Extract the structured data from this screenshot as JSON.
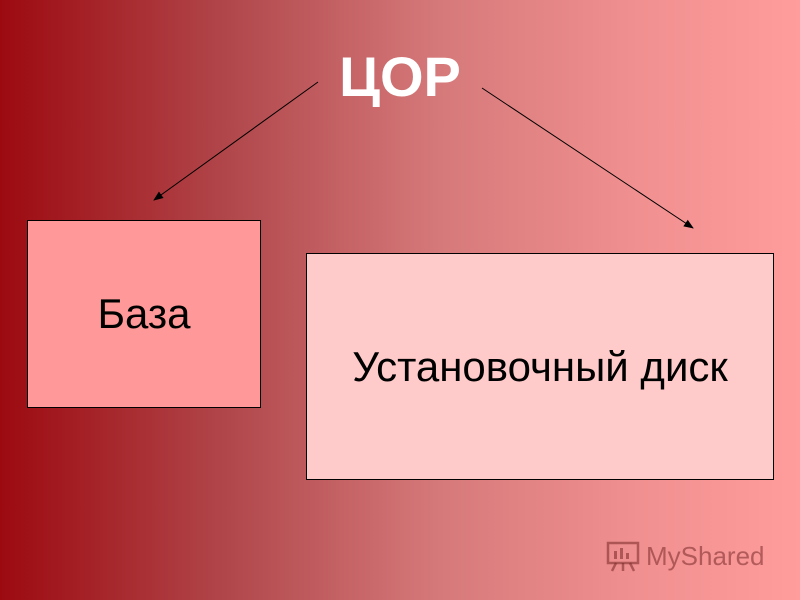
{
  "diagram": {
    "root": {
      "label": "ЦОР"
    },
    "nodes": [
      {
        "id": "base",
        "label": "База"
      },
      {
        "id": "disk",
        "label": "Установочный диск"
      }
    ],
    "edges": [
      {
        "from": "root",
        "to": "base"
      },
      {
        "from": "root",
        "to": "disk"
      }
    ]
  },
  "watermark": {
    "text": "MyShared",
    "icon": "presentation-board-icon"
  },
  "colors": {
    "gradient_left": "#9c0a10",
    "gradient_right": "#ff9c9c",
    "base_fill": "#ff9898",
    "disk_fill": "#ffcaca",
    "title_color": "#ffffff"
  }
}
